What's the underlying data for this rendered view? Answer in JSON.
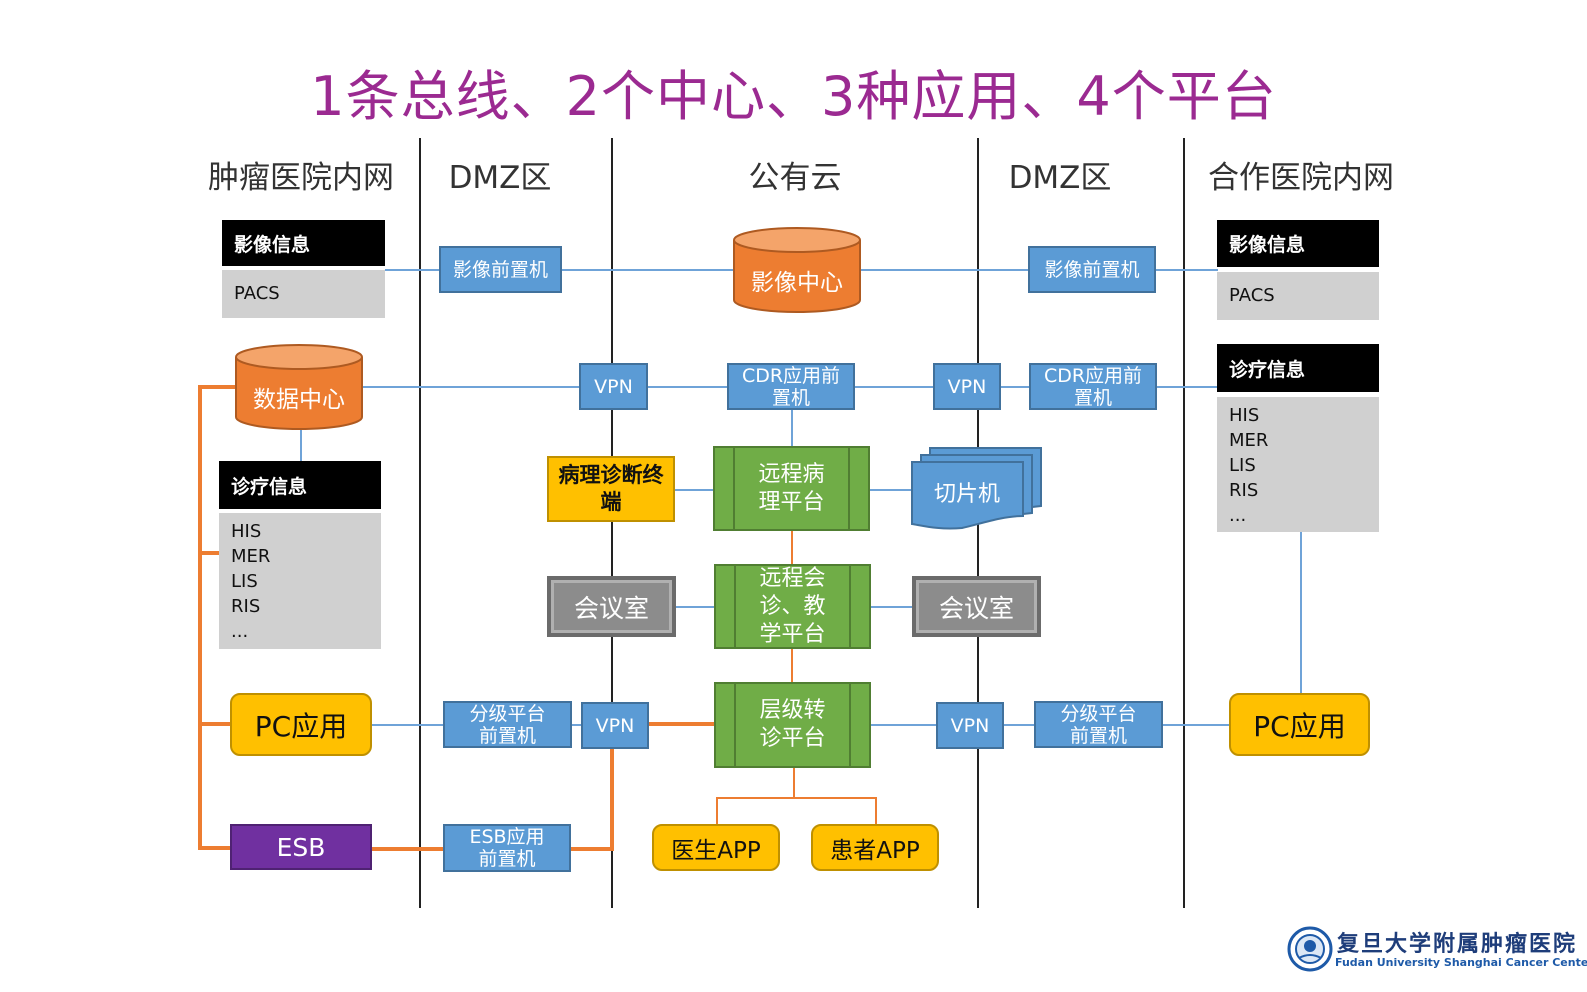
{
  "title": "1条总线、2个中心、3种应用、4个平台",
  "zones": [
    "肿瘤医院内网",
    "DMZ区",
    "公有云",
    "DMZ区",
    "合作医院内网"
  ],
  "left": {
    "imaging_header": "影像信息",
    "imaging_items": [
      "PACS"
    ],
    "data_center": "数据中心",
    "clinical_header": "诊疗信息",
    "clinical_items": [
      "HIS",
      "MER",
      "LIS",
      "RIS",
      "..."
    ],
    "pc_app": "PC应用",
    "esb": "ESB"
  },
  "dmz_left": {
    "imaging_frontend": "影像前置机",
    "vpn_top": "VPN",
    "pathology_terminal": "病理诊断终端",
    "meeting_room": "会议室",
    "grading_frontend": "分级平台前置机",
    "vpn_bottom": "VPN",
    "esb_frontend": "ESB应用前置机"
  },
  "cloud": {
    "imaging_center": "影像中心",
    "cdr_frontend": "CDR应用前置机",
    "remote_pathology": "远程病理平台",
    "remote_consult": "远程会诊、教学平台",
    "referral": "层级转诊平台",
    "doctor_app": "医生APP",
    "patient_app": "患者APP"
  },
  "dmz_right": {
    "imaging_frontend": "影像前置机",
    "vpn_top": "VPN",
    "cdr_frontend": "CDR应用前置机",
    "slide_scanner": "切片机",
    "meeting_room": "会议室",
    "vpn_bottom": "VPN",
    "grading_frontend": "分级平台前置机"
  },
  "right": {
    "imaging_header": "影像信息",
    "imaging_items": [
      "PACS"
    ],
    "clinical_header": "诊疗信息",
    "clinical_items": [
      "HIS",
      "MER",
      "LIS",
      "RIS",
      "..."
    ],
    "pc_app": "PC应用"
  },
  "logo": {
    "name_cn": "复旦大学附属肿瘤医院",
    "name_en": "Fudan University Shanghai Cancer Center"
  },
  "colors": {
    "title": "#9b2a91",
    "blue": "#5b9bd5",
    "orange": "#ed7d31",
    "green": "#70ad47",
    "yellow": "#ffc000",
    "purple": "#7030a0"
  }
}
